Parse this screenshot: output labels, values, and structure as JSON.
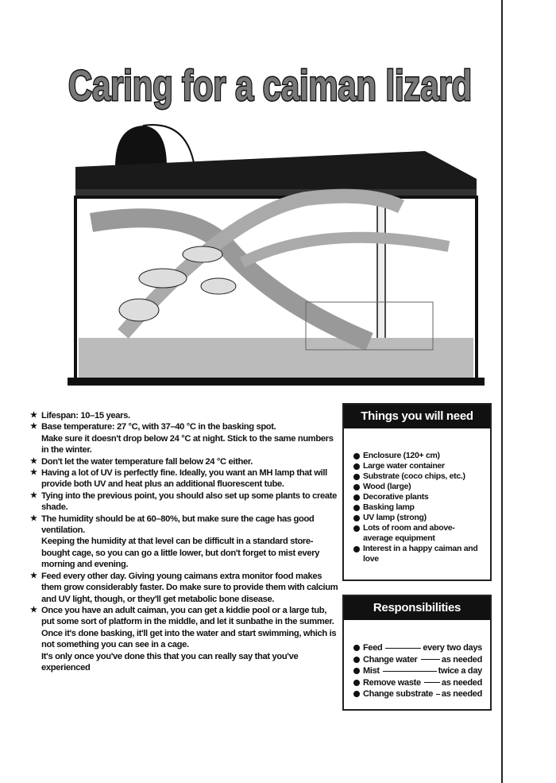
{
  "title": "Caring for a caiman lizard",
  "notes": [
    {
      "lines": [
        "Lifespan: 10–15 years."
      ]
    },
    {
      "lines": [
        "Base temperature: 27 °C, with 37–40 °C in the basking spot.",
        "Make sure it doesn't drop below 24 °C at night. Stick to the same numbers in the winter."
      ]
    },
    {
      "lines": [
        "Don't let the water temperature fall below 24 °C either."
      ]
    },
    {
      "lines": [
        "Having a lot of UV is perfectly fine. Ideally, you want an MH lamp that will provide both UV and heat plus an additional fluorescent tube."
      ]
    },
    {
      "lines": [
        "Tying into the previous point, you should also set up some plants to create shade."
      ]
    },
    {
      "lines": [
        "The humidity should be at 60–80%, but make sure the cage has good ventilation.",
        "Keeping the humidity at that level can be difficult in a standard store-bought cage, so you can go a little lower, but don't forget to mist every morning and evening."
      ]
    },
    {
      "lines": [
        "Feed every other day. Giving young caimans extra monitor food makes them grow considerably faster. Do make sure to provide them with calcium and UV light, though, or they'll get metabolic bone disease."
      ]
    },
    {
      "lines": [
        "Once you have an adult caiman, you can get a kiddie pool or a large tub, put some sort of platform in the middle, and let it sunbathe in the summer.",
        "Once it's done basking, it'll get into the water and start swimming, which is not something you can see in a cage.",
        "It's only once you've done this that you can really say that you've experienced"
      ]
    }
  ],
  "needs": {
    "heading": "Things you will need",
    "items": [
      "Enclosure (120+ cm)",
      "Large water container",
      "Substrate (coco chips, etc.)",
      "Wood (large)",
      "Decorative plants",
      "Basking lamp",
      "UV lamp (strong)",
      "Lots of room and above-average equipment",
      "Interest in a happy caiman and love"
    ]
  },
  "responsibilities": {
    "heading": "Responsibilities",
    "items": [
      {
        "task": "Feed",
        "freq": "every two days"
      },
      {
        "task": "Change water",
        "freq": "as needed"
      },
      {
        "task": "Mist",
        "freq": "twice a day"
      },
      {
        "task": "Remove waste",
        "freq": "as needed"
      },
      {
        "task": "Change substrate",
        "freq": "as needed"
      }
    ]
  }
}
